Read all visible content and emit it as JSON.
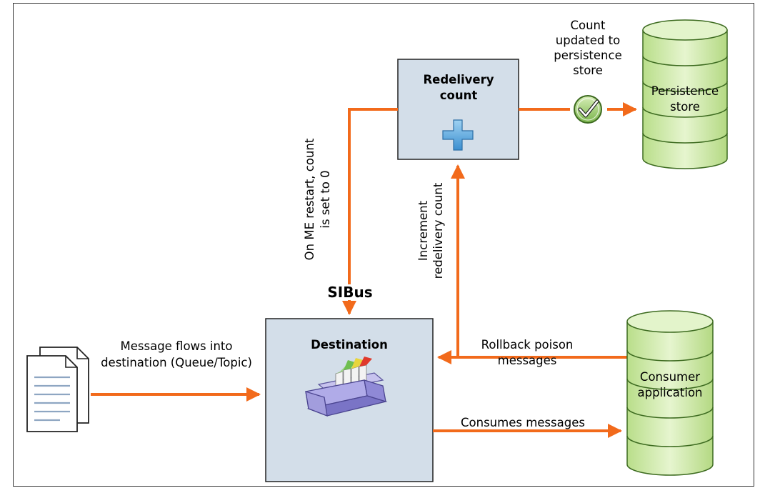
{
  "redelivery_box": {
    "title": "Redelivery count"
  },
  "destination_box": {
    "title": "Destination"
  },
  "bus_label": "SIBus",
  "persistence_store": {
    "label": "Persistence store"
  },
  "consumer_application": {
    "label": "Consumer application"
  },
  "edges": {
    "count_updated": "Count updated to persistence store",
    "restart": "On ME restart, count is set to 0",
    "increment": "Increment redelivery count",
    "rollback": "Rollback poison messages",
    "message_flows": "Message flows into destination (Queue/Topic)",
    "consumes": "Consumes messages"
  },
  "colors": {
    "arrow": "#f26a1b",
    "box_fill": "#d3dee9",
    "cylinder_fill": "#d4ecb0",
    "cylinder_stroke": "#3d6b20"
  },
  "icons": [
    "plus-icon",
    "checkmark-icon",
    "documents-icon",
    "message-tray-icon"
  ]
}
